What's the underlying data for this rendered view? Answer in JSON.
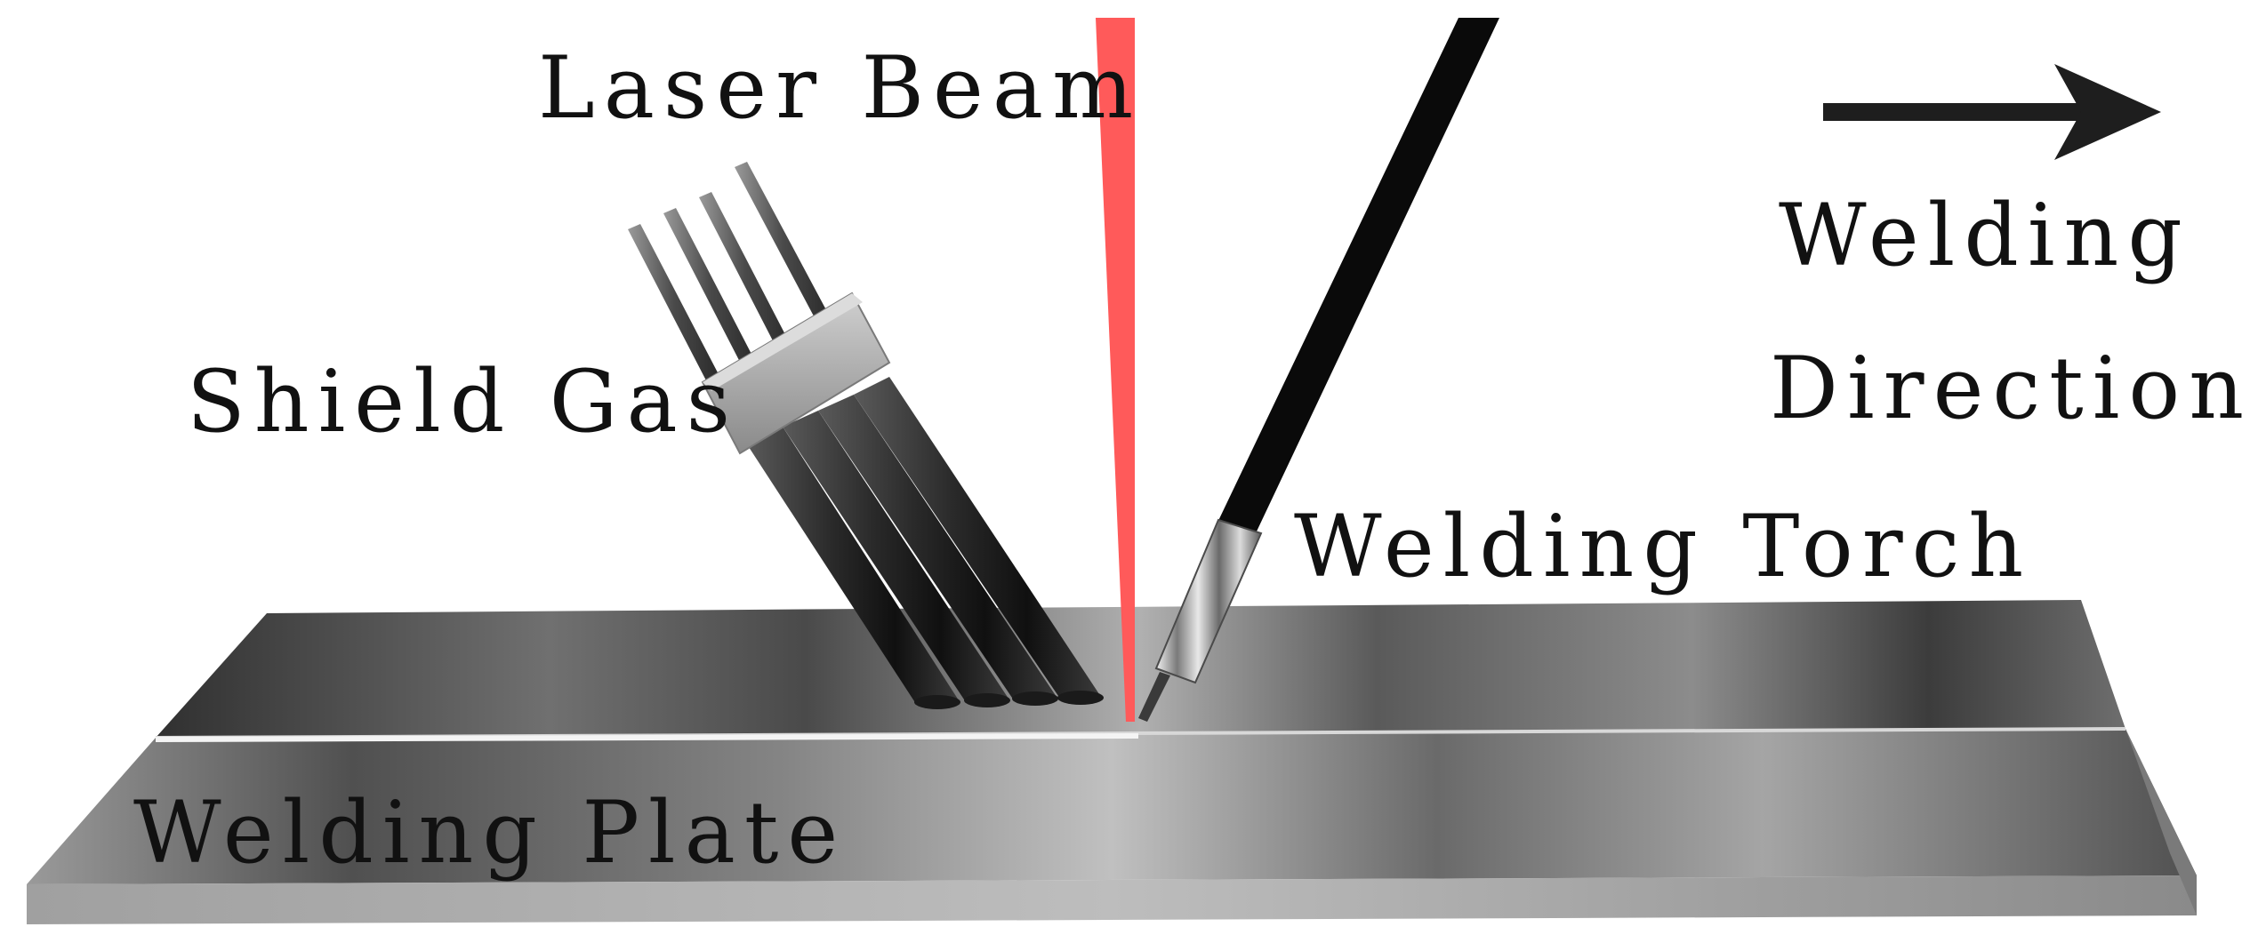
{
  "labels": {
    "laser_beam": "Laser Beam",
    "shield_gas": "Shield Gas",
    "welding_torch": "Welding Torch",
    "welding_plate": "Welding Plate",
    "welding_direction_line1": "Welding",
    "welding_direction_line2": "Direction"
  },
  "colors": {
    "laser": "#ff5a5a",
    "torch_cable": "#0a0a0a",
    "plate_dark": "#3a3a3a",
    "plate_light": "#a8a8a8",
    "plate_edge": "#9a9a9a",
    "gas_tube": "#2e2e2e",
    "collar": "#b4b4b4",
    "arrow": "#1e1e1e",
    "text": "#111111"
  },
  "icons": {
    "direction_arrow": "right-arrow-icon"
  }
}
